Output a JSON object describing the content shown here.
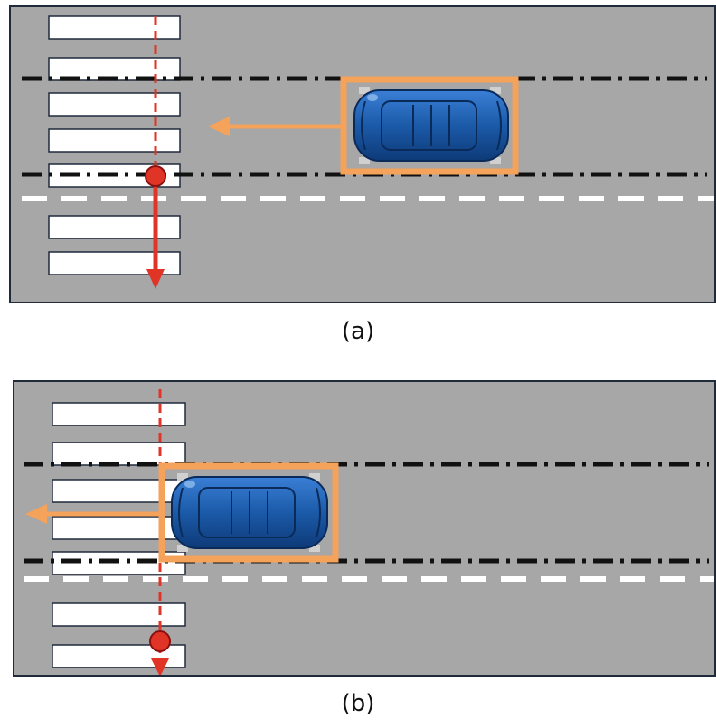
{
  "panels": [
    {
      "id": "a",
      "caption": "(a)"
    },
    {
      "id": "b",
      "caption": "(b)"
    }
  ],
  "colors": {
    "road": "#a7a7a7",
    "border": "#1f2a3a",
    "crosswalk": "#ffffff",
    "lane_black": "#111111",
    "lane_white": "#ffffff",
    "pedestrian": "#e03426",
    "vehicle_box": "#f5a25a",
    "vehicle_body": "#1b5aa8"
  },
  "icons": {
    "vehicle": "car-top-view-icon",
    "pedestrian": "pedestrian-dot-icon"
  }
}
